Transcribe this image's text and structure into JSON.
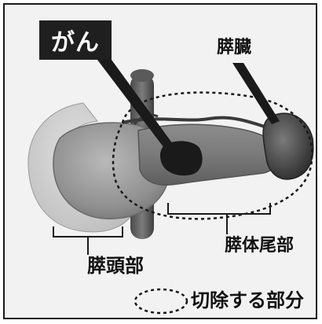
{
  "labels": {
    "cancer": "がん",
    "pancreas": "膵臓",
    "pancreatic_head": "膵頭部",
    "pancreatic_body_tail": "膵体尾部"
  },
  "legend": {
    "resection_area": "切除する部分"
  }
}
